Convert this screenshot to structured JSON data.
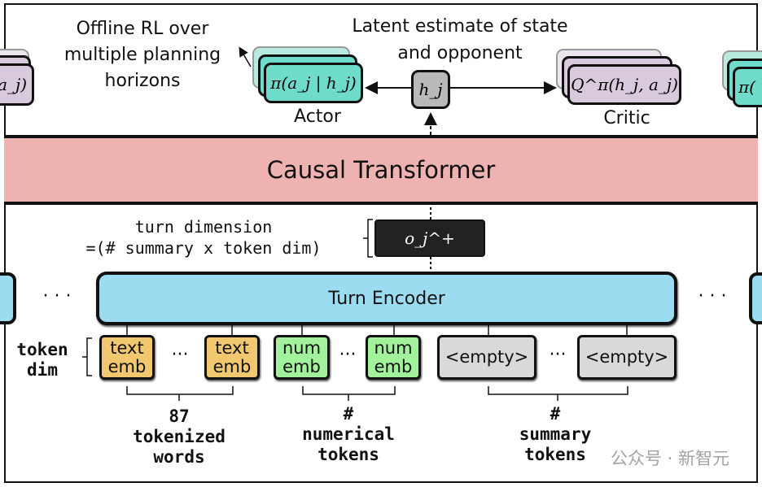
{
  "top": {
    "offline_rl_label": [
      "Offline RL over",
      "multiple planning",
      "horizons"
    ],
    "latent_label": [
      "Latent estimate of state",
      "and opponent"
    ],
    "actor_formula": "π(a_j | h_j)",
    "actor_label": "Actor",
    "latent_symbol": "h_j",
    "critic_formula": "Q^π(h_j, a_j)",
    "critic_label": "Critic",
    "left_partial_formula": "a_j)",
    "right_partial_formula": "π("
  },
  "transformer": {
    "label": "Causal Transformer"
  },
  "encoder": {
    "turn_dimension_label": [
      "turn dimension",
      "=(# summary x token dim)"
    ],
    "output_symbol": "o_j^+",
    "label": "Turn Encoder",
    "ellipsis": "· · ·",
    "token_dim_label": [
      "token",
      "dim"
    ],
    "tokens": [
      {
        "label": [
          "text",
          "emb"
        ],
        "color": "#f1c86f"
      },
      {
        "label": [
          "text",
          "emb"
        ],
        "color": "#f1c86f"
      },
      {
        "label": [
          "num",
          "emb"
        ],
        "color": "#a2f29c"
      },
      {
        "label": [
          "num",
          "emb"
        ],
        "color": "#a2f29c"
      },
      {
        "label": [
          "<empty>"
        ],
        "color": "#d9d9d9"
      },
      {
        "label": [
          "<empty>"
        ],
        "color": "#d9d9d9"
      }
    ],
    "token_ellipsis": "···",
    "groups": [
      {
        "label": [
          "87",
          "tokenized",
          "words"
        ]
      },
      {
        "label": [
          "#",
          "numerical",
          "tokens"
        ]
      },
      {
        "label": [
          "#",
          "summary",
          "tokens"
        ]
      }
    ]
  },
  "watermark": "公众号 · 新智元",
  "colors": {
    "transformer": "#eeb2b0",
    "encoder": "#9cdcf0",
    "actor": "#6fdccb",
    "critic": "#d9c9dc",
    "latent": "#b9b9b9",
    "output": "#222222"
  }
}
